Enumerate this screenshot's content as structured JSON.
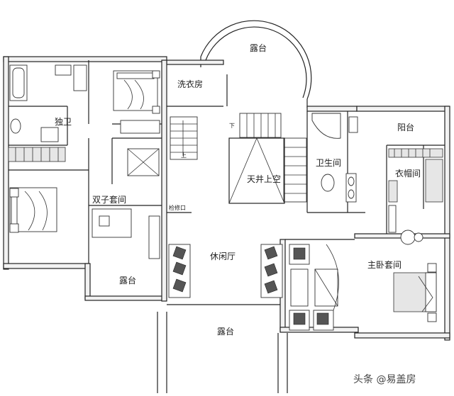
{
  "rooms": {
    "terrace_top": "露台",
    "laundry": "洗衣房",
    "private_bath": "独卫",
    "balcony": "阳台",
    "bathroom": "卫生间",
    "cloakroom": "衣帽间",
    "atrium": "天井上空",
    "twin_suite": "双子套间",
    "leisure_hall": "休闲厅",
    "master_suite": "主卧套间",
    "terrace_left": "露台",
    "terrace_bottom": "露台"
  },
  "annotations": {
    "stair_down": "下",
    "stair_up": "上",
    "access_hatch": "检修口"
  },
  "watermark": "头条 @易盖房"
}
